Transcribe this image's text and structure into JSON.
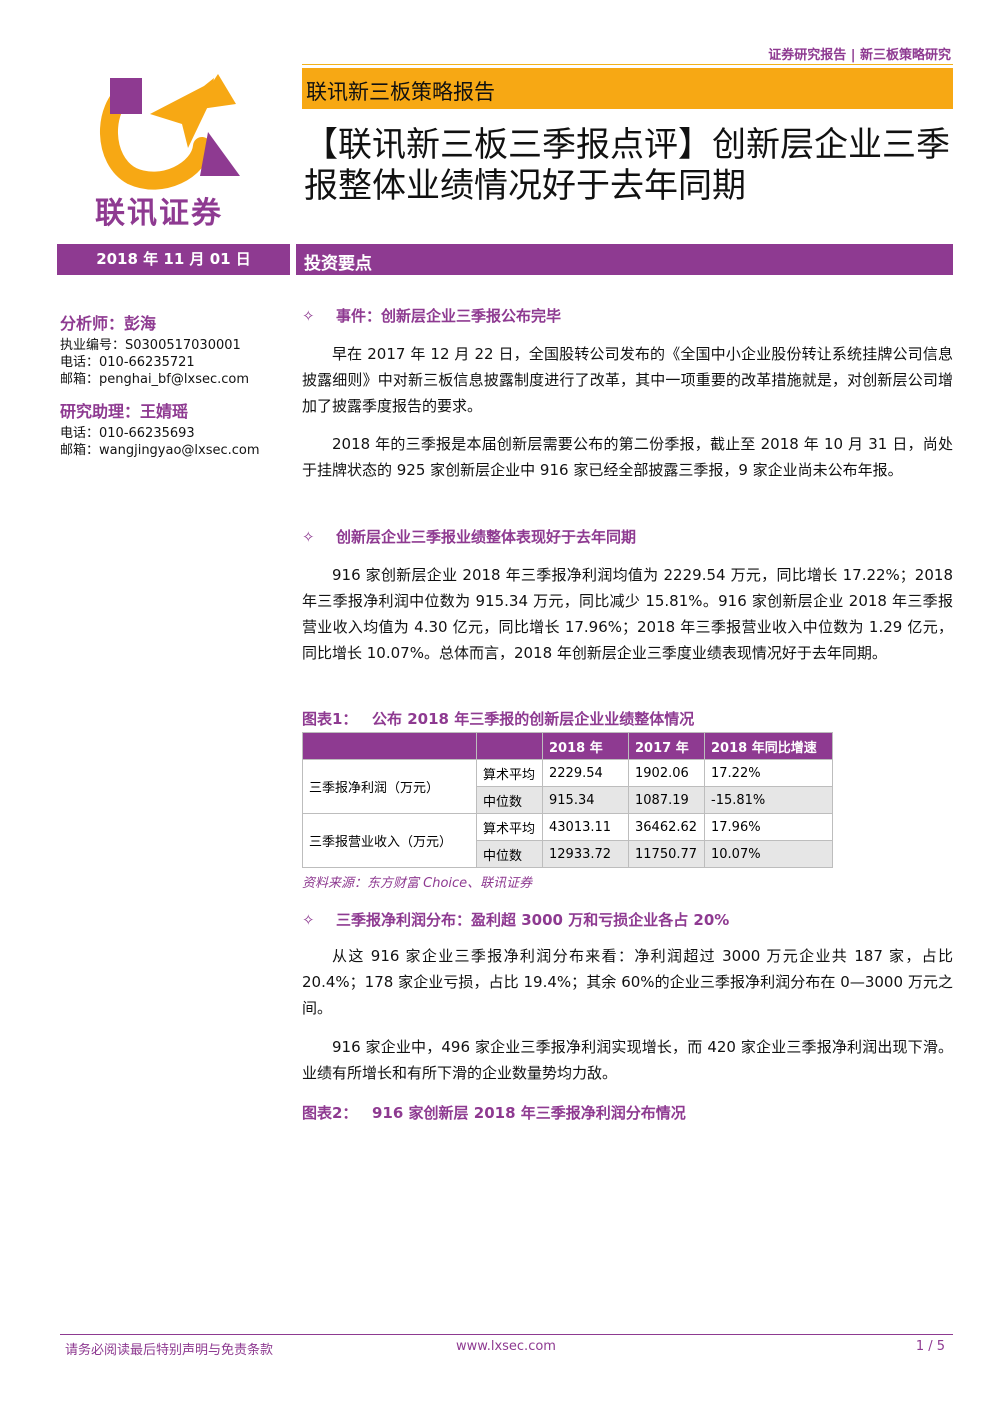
{
  "header": {
    "top_label": "证券研究报告 | 新三板策略研究",
    "logo_text": "联讯证券",
    "banner": "联讯新三板策略报告",
    "title": "【联讯新三板三季报点评】创新层企业三季报整体业绩情况好于去年同期",
    "date": "2018 年 11 月 01 日",
    "section": "投资要点"
  },
  "sidebar": {
    "analyst_label": "分析师：彭海",
    "analyst_lines": [
      "执业编号：S0300517030001",
      "电话：010-66235721",
      "邮箱：penghai_bf@lxsec.com"
    ],
    "assistant_label": "研究助理：王婧瑶",
    "assistant_lines": [
      "电话：010-66235693",
      "邮箱：wangjingyao@lxsec.com"
    ]
  },
  "sections": {
    "s1_heading": "事件：创新层企业三季报公布完毕",
    "s1_p1": "早在 2017 年 12 月 22 日，全国股转公司发布的《全国中小企业股份转让系统挂牌公司信息披露细则》中对新三板信息披露制度进行了改革，其中一项重要的改革措施就是，对创新层公司增加了披露季度报告的要求。",
    "s1_p2": "2018 年的三季报是本届创新层需要公布的第二份季报，截止至 2018 年 10 月 31 日，尚处于挂牌状态的 925 家创新层企业中 916 家已经全部披露三季报，9 家企业尚未公布年报。",
    "s2_heading": "创新层企业三季报业绩整体表现好于去年同期",
    "s2_p1": "916 家创新层企业 2018 年三季报净利润均值为 2229.54 万元，同比增长 17.22%；2018 年三季报净利润中位数为 915.34 万元，同比减少 15.81%。916 家创新层企业 2018 年三季报营业收入均值为 4.30 亿元，同比增长 17.96%；2018 年三季报营业收入中位数为 1.29 亿元，同比增长 10.07%。总体而言，2018 年创新层企业三季度业绩表现情况好于去年同期。",
    "fig1_num": "图表1：",
    "fig1_title": "公布 2018 年三季报的创新层企业业绩整体情况",
    "source": "资料来源：东方财富 Choice、联讯证券",
    "s3_heading": "三季报净利润分布：盈利超 3000 万和亏损企业各占 20%",
    "s3_p1": "从这 916 家企业三季报净利润分布来看：净利润超过 3000 万元企业共 187 家，占比 20.4%；178 家企业亏损，占比 19.4%；其余 60%的企业三季报净利润分布在 0—3000 万元之间。",
    "s3_p2": "916 家企业中，496 家企业三季报净利润实现增长，而 420 家企业三季报净利润出现下滑。业绩有所增长和有所下滑的企业数量势均力敌。",
    "fig2_num": "图表2：",
    "fig2_title": "916 家创新层 2018 年三季报净利润分布情况"
  },
  "table": {
    "headers": [
      "",
      "",
      "2018 年",
      "2017 年",
      "2018 年同比增速"
    ],
    "rows": [
      {
        "group": "三季报净利润（万元）",
        "sub": "算术平均",
        "v2018": "2229.54",
        "v2017": "1902.06",
        "yoy": "17.22%"
      },
      {
        "group": "",
        "sub": "中位数",
        "v2018": "915.34",
        "v2017": "1087.19",
        "yoy": "-15.81%"
      },
      {
        "group": "三季报营业收入（万元）",
        "sub": "算术平均",
        "v2018": "43013.11",
        "v2017": "36462.62",
        "yoy": "17.96%"
      },
      {
        "group": "",
        "sub": "中位数",
        "v2018": "12933.72",
        "v2017": "11750.77",
        "yoy": "10.07%"
      }
    ]
  },
  "footer": {
    "disclaimer": "请务必阅读最后特别声明与免责条款",
    "website": "www.lxsec.com",
    "page": "1 / 5"
  },
  "colors": {
    "brand": "#8e3a91",
    "banner": "#f7a814"
  }
}
